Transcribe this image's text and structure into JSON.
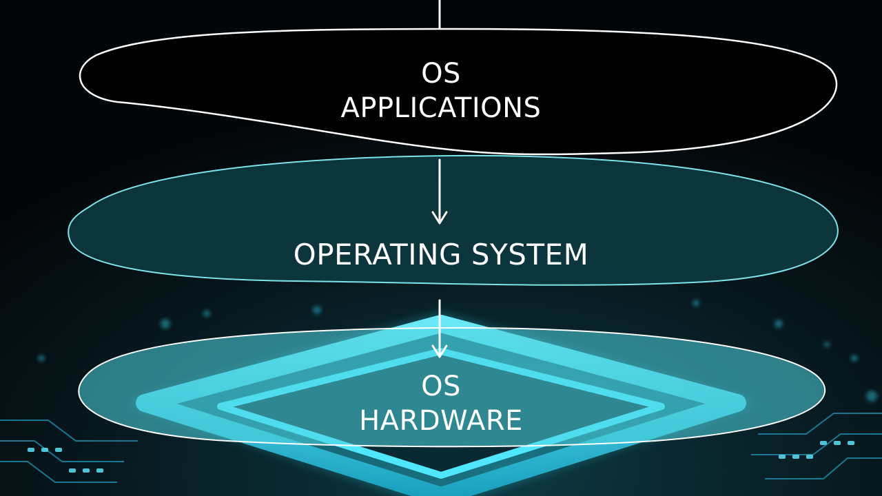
{
  "diagram": {
    "layers": [
      {
        "id": "applications",
        "lines": [
          "OS",
          "APPLICATIONS"
        ]
      },
      {
        "id": "operating-system",
        "lines": [
          "OPERATING SYSTEM"
        ]
      },
      {
        "id": "hardware",
        "lines": [
          "OS",
          "HARDWARE"
        ]
      }
    ],
    "connectors": [
      {
        "from": "top",
        "to": "applications"
      },
      {
        "from": "applications",
        "to": "operating-system"
      },
      {
        "from": "operating-system",
        "to": "hardware"
      }
    ]
  },
  "colors": {
    "background": "#05080b",
    "applications_fill": "#000000",
    "os_fill": "#0d3a40",
    "hardware_fill": "#4fd4e0",
    "chip_glow": "#2fd8f0",
    "outline": "#ffffff"
  }
}
